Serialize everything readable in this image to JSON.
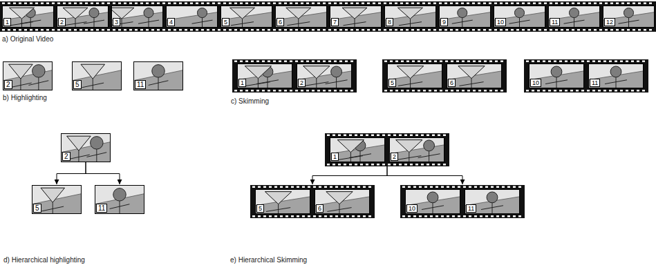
{
  "diagram": {
    "nodes": [
      {
        "text": []
      },
      {
        "text": [
          "1"
        ],
        "in": 0
      },
      {
        "text": [
          "2"
        ],
        "in": 0
      },
      {
        "text": [
          "3"
        ],
        "in": 0
      },
      {
        "text": [
          "4"
        ],
        "in": 0
      },
      {
        "text": [
          "5"
        ],
        "in": 0
      },
      {
        "text": [
          "6"
        ],
        "in": 0
      },
      {
        "text": [
          "7"
        ],
        "in": 0
      },
      {
        "text": [
          "8"
        ],
        "in": 0
      },
      {
        "text": [
          "9"
        ],
        "in": 0
      },
      {
        "text": [
          "10"
        ],
        "in": 0
      },
      {
        "text": [
          "11"
        ],
        "in": 0
      },
      {
        "text": [
          "12"
        ],
        "in": 0
      },
      {
        "text": [
          "2"
        ]
      },
      {
        "text": [
          "5"
        ]
      },
      {
        "text": [
          "11"
        ]
      },
      {
        "text": []
      },
      {
        "text": [
          "1"
        ],
        "in": 16
      },
      {
        "text": [
          "2"
        ],
        "in": 16
      },
      {
        "text": []
      },
      {
        "text": [
          "5"
        ],
        "in": 19
      },
      {
        "text": [
          "6"
        ],
        "in": 19
      },
      {
        "text": []
      },
      {
        "text": [
          "10"
        ],
        "in": 22
      },
      {
        "text": [
          "11"
        ],
        "in": 22
      },
      {
        "text": [
          "2"
        ]
      },
      {
        "text": [
          "5"
        ]
      },
      {
        "text": [
          "11"
        ]
      },
      {
        "text": []
      },
      {
        "text": [
          "1"
        ],
        "in": 28
      },
      {
        "text": [
          "2"
        ],
        "in": 28
      },
      {
        "text": []
      },
      {
        "text": [
          "5"
        ],
        "in": 31
      },
      {
        "text": [
          "6"
        ],
        "in": 31
      },
      {
        "text": []
      },
      {
        "text": [
          "10"
        ],
        "in": 34
      },
      {
        "text": [
          "11"
        ],
        "in": 34
      }
    ],
    "edges": [
      {
        "from": 25,
        "to": 26,
        "arrow": "to"
      },
      {
        "from": 25,
        "to": 27,
        "arrow": "to"
      },
      {
        "from": 28,
        "to": 31,
        "arrow": "to"
      },
      {
        "from": 28,
        "to": 34,
        "arrow": "to"
      }
    ],
    "labels": [
      "a) Original Video",
      "b) Highlighting",
      "c) Skimming",
      "d) Hierarchical highlighting",
      "e) Hierarchical Skimming"
    ]
  }
}
